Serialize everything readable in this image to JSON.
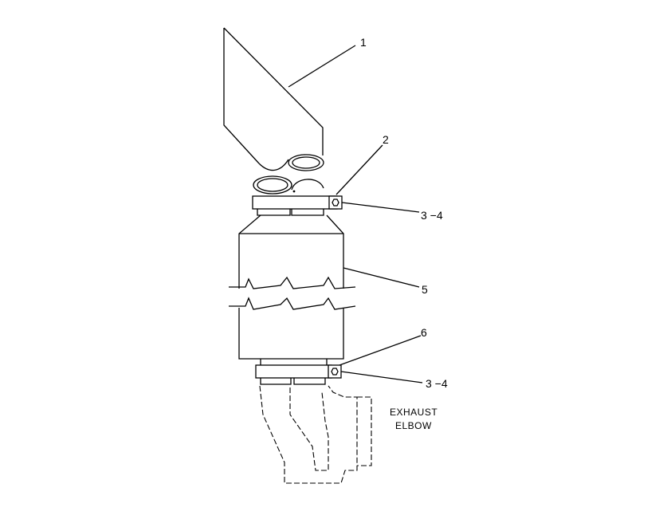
{
  "callouts": {
    "part_1": "1",
    "part_2": "2",
    "part_3_4_upper": "3 −4",
    "part_5": "5",
    "part_6": "6",
    "part_3_4_lower": "3 −4"
  },
  "caption": {
    "line1": "EXHAUST",
    "line2": "ELBOW"
  }
}
